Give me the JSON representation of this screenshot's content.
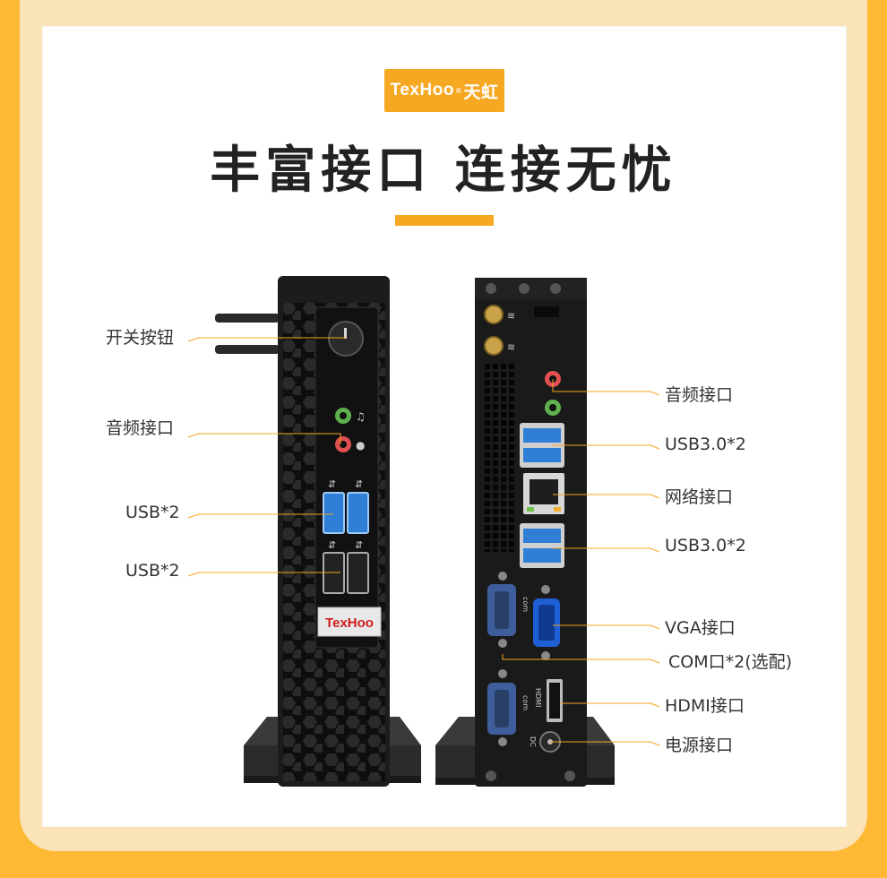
{
  "brand": {
    "logo_text": "TexHoo",
    "logo_mark": "®",
    "logo_cn": "天虹",
    "badge_text": "TexHoo"
  },
  "headline": "丰富接口 连接无忧",
  "colors": {
    "accent": "#f7a823",
    "background": "#fdb933",
    "device": "#1c1c1c",
    "usb3_blue": "#2f7fd6"
  },
  "front_labels": [
    "开关按钮",
    "音频接口",
    "USB*2",
    "USB*2"
  ],
  "rear_labels": [
    "音频接口",
    "USB3.0*2",
    "网络接口",
    "USB3.0*2",
    "VGA接口",
    "COM口*2(选配)",
    "HDMI接口",
    "电源接口"
  ],
  "port_markings": {
    "com": "com",
    "hdmi": "HDMI",
    "dc": "DC"
  }
}
